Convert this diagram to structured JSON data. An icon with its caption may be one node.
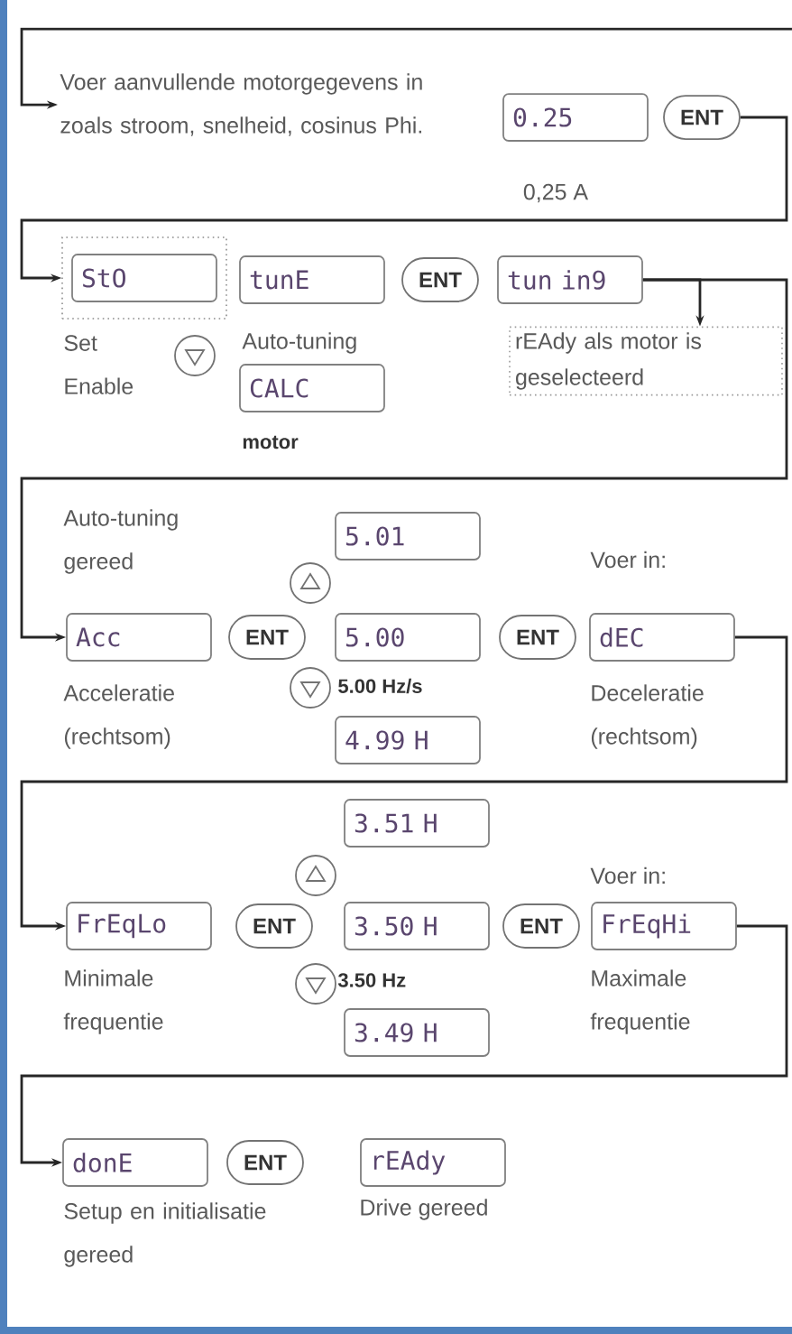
{
  "diagram": {
    "nodes": [
      {
        "text": [
          "Voer aanvullende motorgegevens in zoals stroom, snelheid, cosinus Phi."
        ]
      },
      {
        "text": [
          "0.25"
        ],
        "beside": [
          "0,25 A"
        ]
      },
      {
        "text": [
          "ENT"
        ]
      },
      {
        "text": [],
        "shape": "box"
      },
      {
        "text": [
          "StO"
        ],
        "in": 3,
        "beside": [
          "Set Enable"
        ]
      },
      {
        "text": [
          "tunE"
        ]
      },
      {
        "text": [
          "ENT"
        ]
      },
      {
        "text": [
          "tun in9"
        ]
      },
      {
        "text": [
          "rEAdy als motor is geselecteerd"
        ]
      },
      {
        "text": [
          "CALC"
        ],
        "beside": [
          "motor"
        ]
      },
      {
        "text": [
          "5.01"
        ]
      },
      {
        "text": [
          "Acc"
        ],
        "beside": [
          "Acceleratie (rechtsom)"
        ]
      },
      {
        "text": [
          "ENT"
        ]
      },
      {
        "text": [
          "5.00"
        ],
        "beside": [
          "5.00 Hz/s"
        ]
      },
      {
        "text": [
          "ENT"
        ]
      },
      {
        "text": [
          "dEC"
        ],
        "beside": [
          "Voer in:",
          "Deceleratie (rechtsom)"
        ]
      },
      {
        "text": [
          "4.99 H"
        ]
      },
      {
        "text": [
          "3.51 H"
        ]
      },
      {
        "text": [
          "FrEqLo"
        ],
        "beside": [
          "Minimale frequentie"
        ]
      },
      {
        "text": [
          "ENT"
        ]
      },
      {
        "text": [
          "3.50 H"
        ],
        "beside": [
          "3.50 Hz"
        ]
      },
      {
        "text": [
          "ENT"
        ]
      },
      {
        "text": [
          "FrEqHi"
        ],
        "beside": [
          "Voer in:",
          "Maximale frequentie"
        ]
      },
      {
        "text": [
          "3.49 H"
        ]
      },
      {
        "text": [
          "donE"
        ],
        "beside": [
          "Setup en initialisatie gereed"
        ]
      },
      {
        "text": [
          "ENT"
        ]
      },
      {
        "text": [
          "rEAdy"
        ],
        "beside": [
          "Drive gereed"
        ]
      }
    ],
    "edges": [
      {
        "from": null,
        "to": 0,
        "arrow": "to"
      },
      {
        "from": 2,
        "to": 3,
        "arrow": "to"
      },
      {
        "from": 7,
        "to": 8,
        "arrow": "to"
      },
      {
        "from": 7,
        "to": 11,
        "arrow": "to"
      },
      {
        "from": 15,
        "to": 18,
        "arrow": "to"
      },
      {
        "from": 22,
        "to": 24,
        "arrow": "to"
      }
    ],
    "labels": [
      "Auto-tuning",
      "Auto-tuning gereed"
    ]
  }
}
